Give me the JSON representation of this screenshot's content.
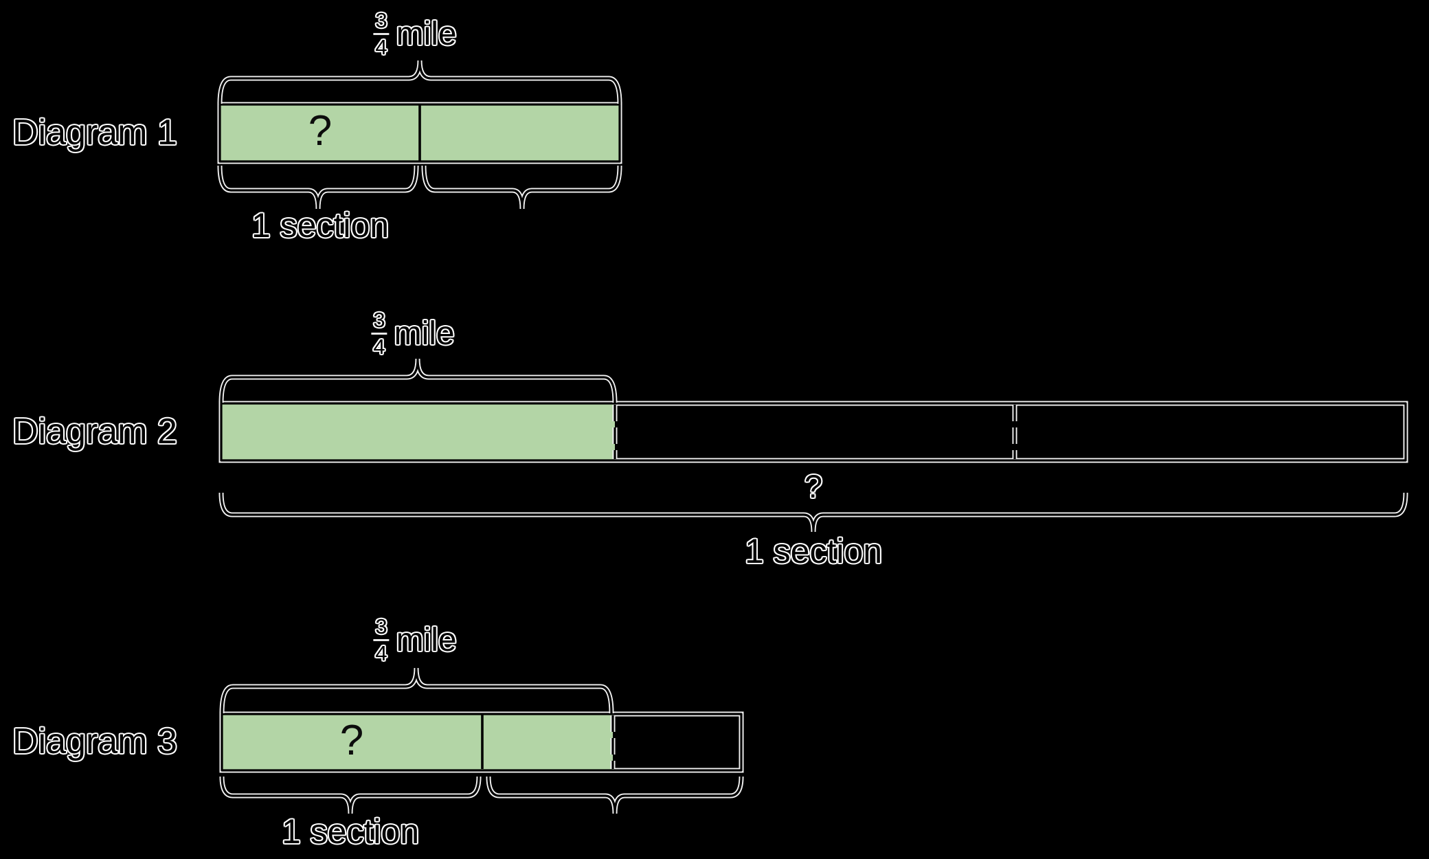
{
  "colors": {
    "background": "#000000",
    "bar_fill_green": "#b3d5a6",
    "ink": "#000000",
    "halo": "#f2f2f2"
  },
  "diagrams": [
    {
      "label": "Diagram 1",
      "distance": {
        "numerator": "3",
        "denominator": "4",
        "unit": "mile"
      },
      "question_mark": "?",
      "section_label": "1 section"
    },
    {
      "label": "Diagram 2",
      "distance": {
        "numerator": "3",
        "denominator": "4",
        "unit": "mile"
      },
      "question_mark": "?",
      "section_label": "1 section"
    },
    {
      "label": "Diagram 3",
      "distance": {
        "numerator": "3",
        "denominator": "4",
        "unit": "mile"
      },
      "question_mark": "?",
      "section_label": "1 section"
    }
  ]
}
